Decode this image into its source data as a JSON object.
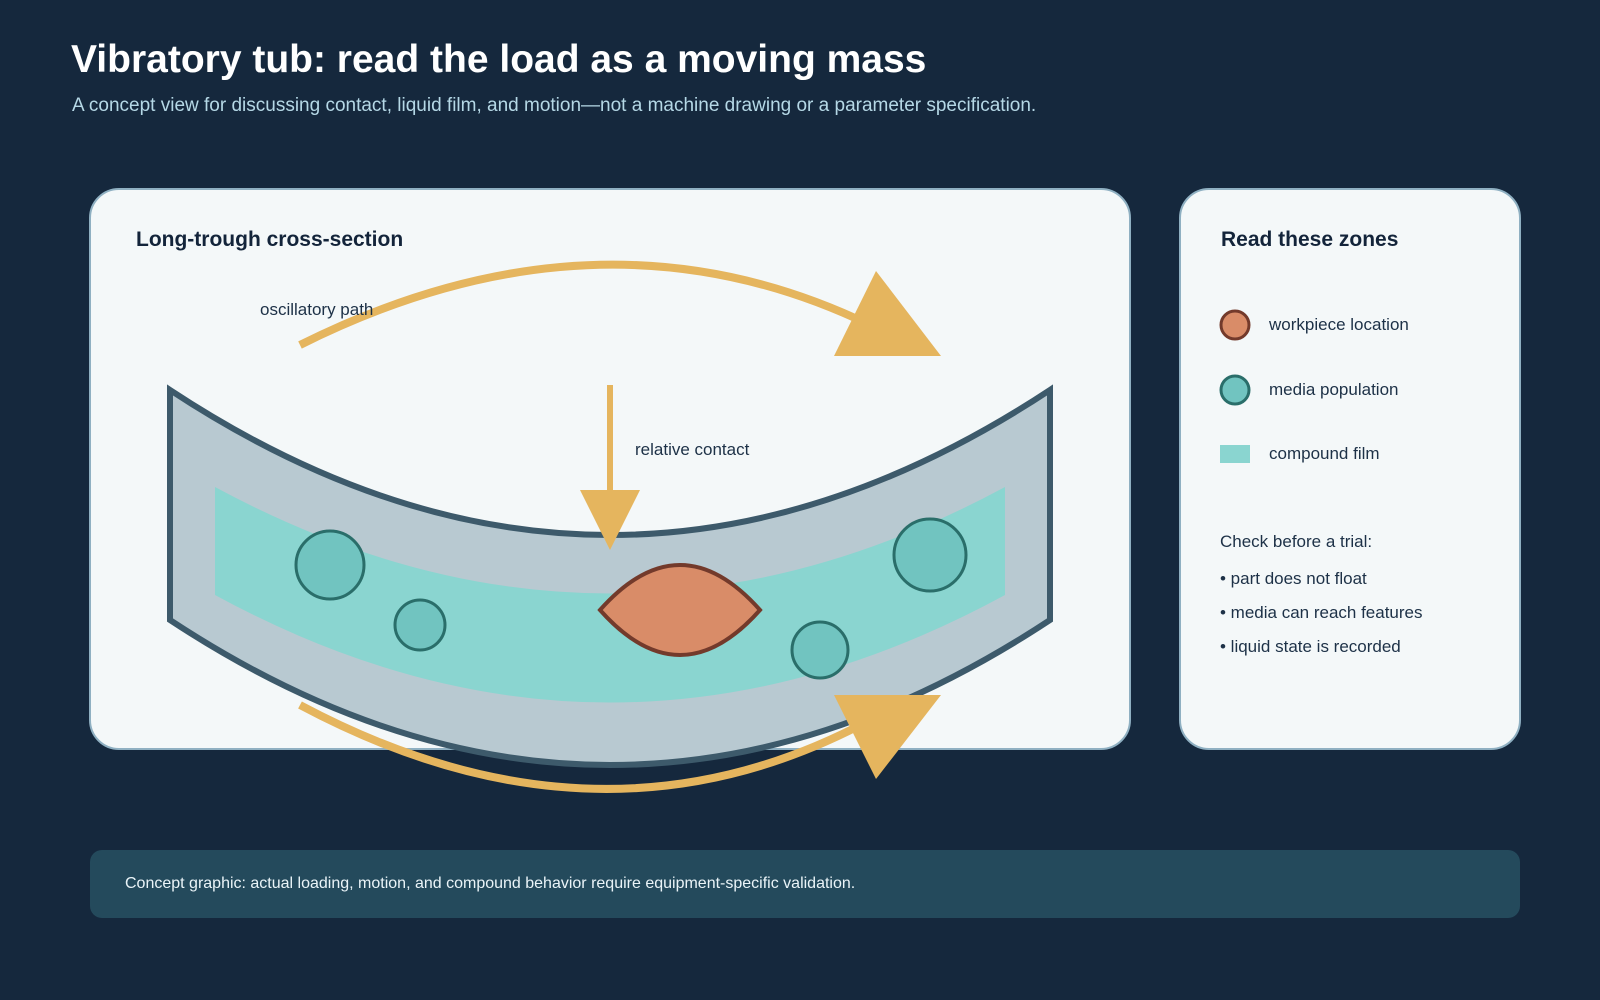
{
  "header": {
    "title": "Vibratory tub: read the load as a moving mass",
    "subtitle": "A concept view for discussing contact, liquid film, and motion—not a machine drawing or a parameter specification."
  },
  "main_panel": {
    "title": "Long-trough cross-section",
    "labels": {
      "oscillatory_path": "oscillatory path",
      "relative_contact": "relative contact"
    }
  },
  "side_panel": {
    "title": "Read these zones",
    "legend": [
      {
        "label": "workpiece location",
        "icon": "workpiece-swatch",
        "color": "#d98c68"
      },
      {
        "label": "media population",
        "icon": "media-swatch",
        "color": "#71c4c0"
      },
      {
        "label": "compound film",
        "icon": "film-swatch",
        "color": "#8ad5d0"
      }
    ],
    "checklist": {
      "title": "Check before a trial:",
      "items": [
        "• part does not float",
        "• media can reach features",
        "• liquid state is recorded"
      ]
    }
  },
  "footer": {
    "text": "Concept graphic: actual loading, motion, and compound behavior require equipment-specific validation."
  },
  "colors": {
    "background": "#15283d",
    "arrow": "#e5b55e",
    "trough": "#b8c9d1",
    "trough_outline": "#3d5a6b",
    "film": "#8ad5d0",
    "media": "#71c4c0",
    "media_outline": "#2a6e6a",
    "workpiece": "#d98c68",
    "workpiece_outline": "#733a2b"
  }
}
